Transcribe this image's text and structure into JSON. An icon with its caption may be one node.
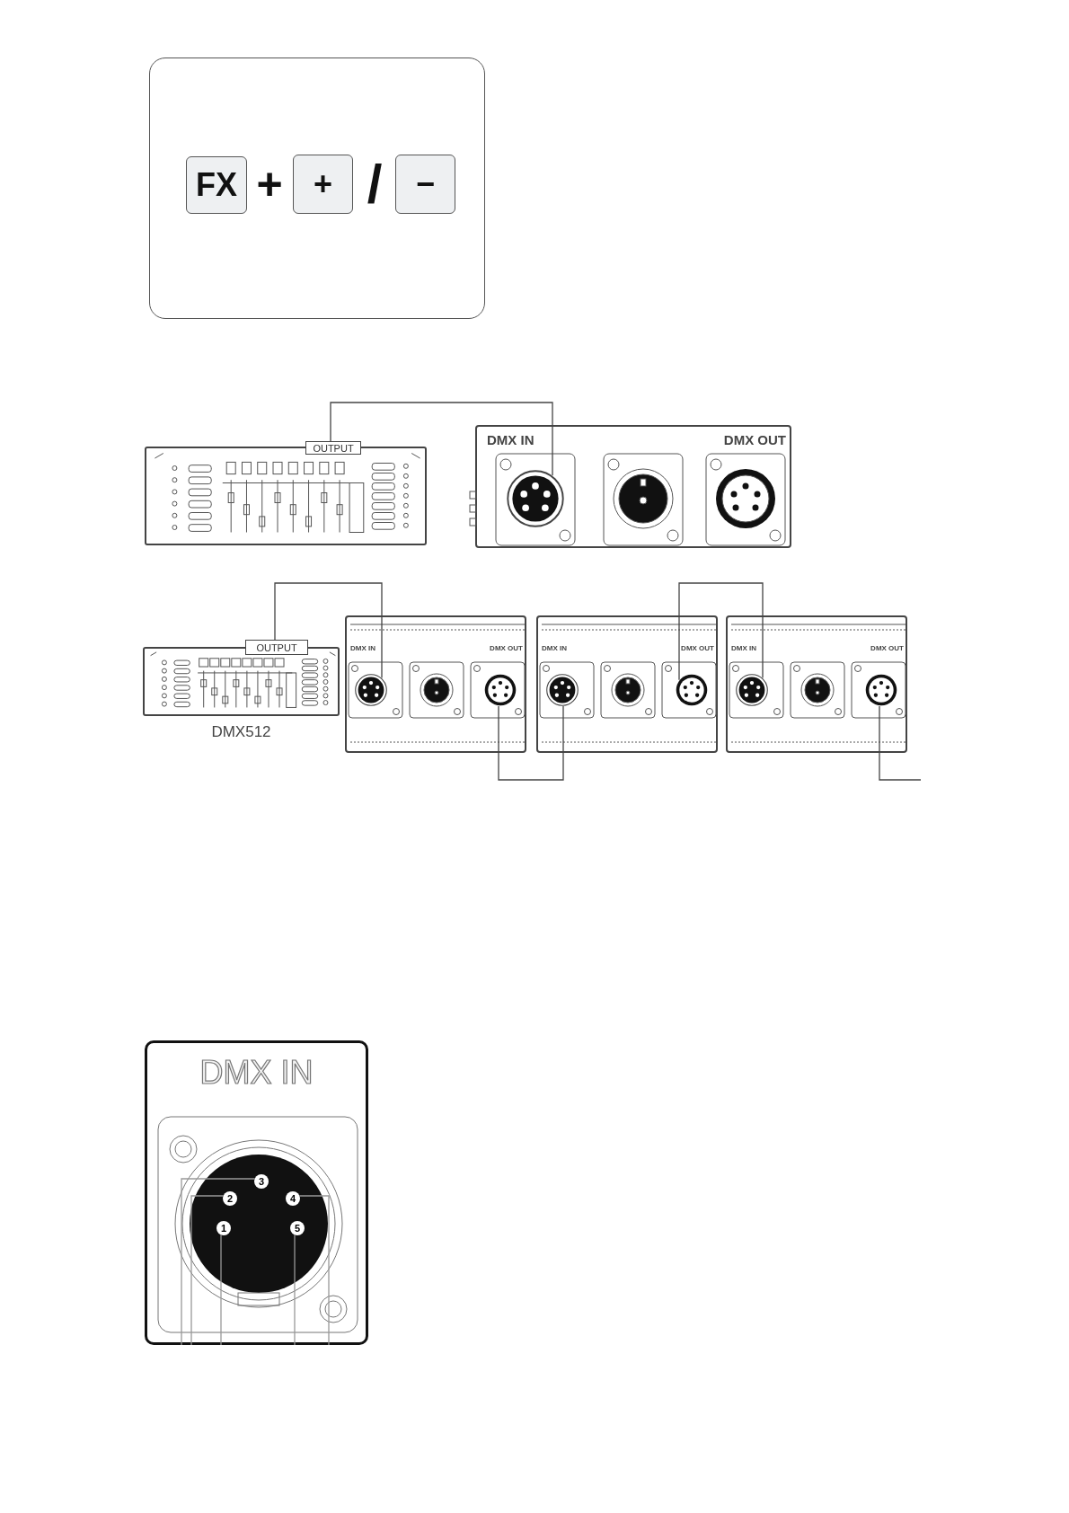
{
  "diagram": {
    "nodes": [
      {
        "text": [
          "FX"
        ]
      },
      {
        "text": [
          "+"
        ]
      },
      {
        "text": [
          "−"
        ]
      },
      {
        "text": [],
        "shape": "box"
      },
      {
        "text": [
          "OUTPUT"
        ],
        "in": 3
      },
      {
        "text": [
          "DMX IN",
          "DMX OUT"
        ]
      },
      {
        "text": [],
        "shape": "circle",
        "in": 5
      },
      {
        "text": [],
        "shape": "box",
        "beside": [
          "DMX512"
        ]
      },
      {
        "text": [
          "OUTPUT"
        ],
        "in": 7
      },
      {
        "text": [
          "DMX IN",
          "DMX OUT"
        ]
      },
      {
        "text": [],
        "shape": "circle",
        "in": 9
      },
      {
        "text": [],
        "shape": "circle",
        "in": 9
      },
      {
        "text": [
          "DMX IN",
          "DMX OUT"
        ]
      },
      {
        "text": [],
        "shape": "circle",
        "in": 12
      },
      {
        "text": [],
        "shape": "circle",
        "in": 12
      },
      {
        "text": [
          "DMX IN",
          "DMX OUT"
        ]
      },
      {
        "text": [],
        "shape": "circle",
        "in": 15
      },
      {
        "text": [],
        "shape": "circle",
        "in": 15
      },
      {
        "text": [
          "DMX IN"
        ]
      },
      {
        "text": [
          "3"
        ],
        "in": 18
      },
      {
        "text": [
          "2"
        ],
        "in": 18
      },
      {
        "text": [
          "4"
        ],
        "in": 18
      },
      {
        "text": [
          "1"
        ],
        "in": 18
      },
      {
        "text": [
          "5"
        ],
        "in": 18
      }
    ],
    "edges": [
      {
        "from": 4,
        "to": 6,
        "arrow": "none"
      },
      {
        "from": 8,
        "to": 10,
        "arrow": "none"
      },
      {
        "from": 11,
        "to": 13,
        "arrow": "none"
      },
      {
        "from": 14,
        "to": 16,
        "arrow": "none"
      },
      {
        "from": 17,
        "to": null,
        "arrow": "none"
      },
      {
        "from": 19,
        "to": null,
        "arrow": "none"
      },
      {
        "from": 20,
        "to": null,
        "arrow": "none"
      },
      {
        "from": 21,
        "to": null,
        "arrow": "none"
      },
      {
        "from": 22,
        "to": null,
        "arrow": "none"
      },
      {
        "from": 23,
        "to": null,
        "arrow": "none"
      }
    ],
    "labels": [
      "+",
      "/"
    ]
  }
}
